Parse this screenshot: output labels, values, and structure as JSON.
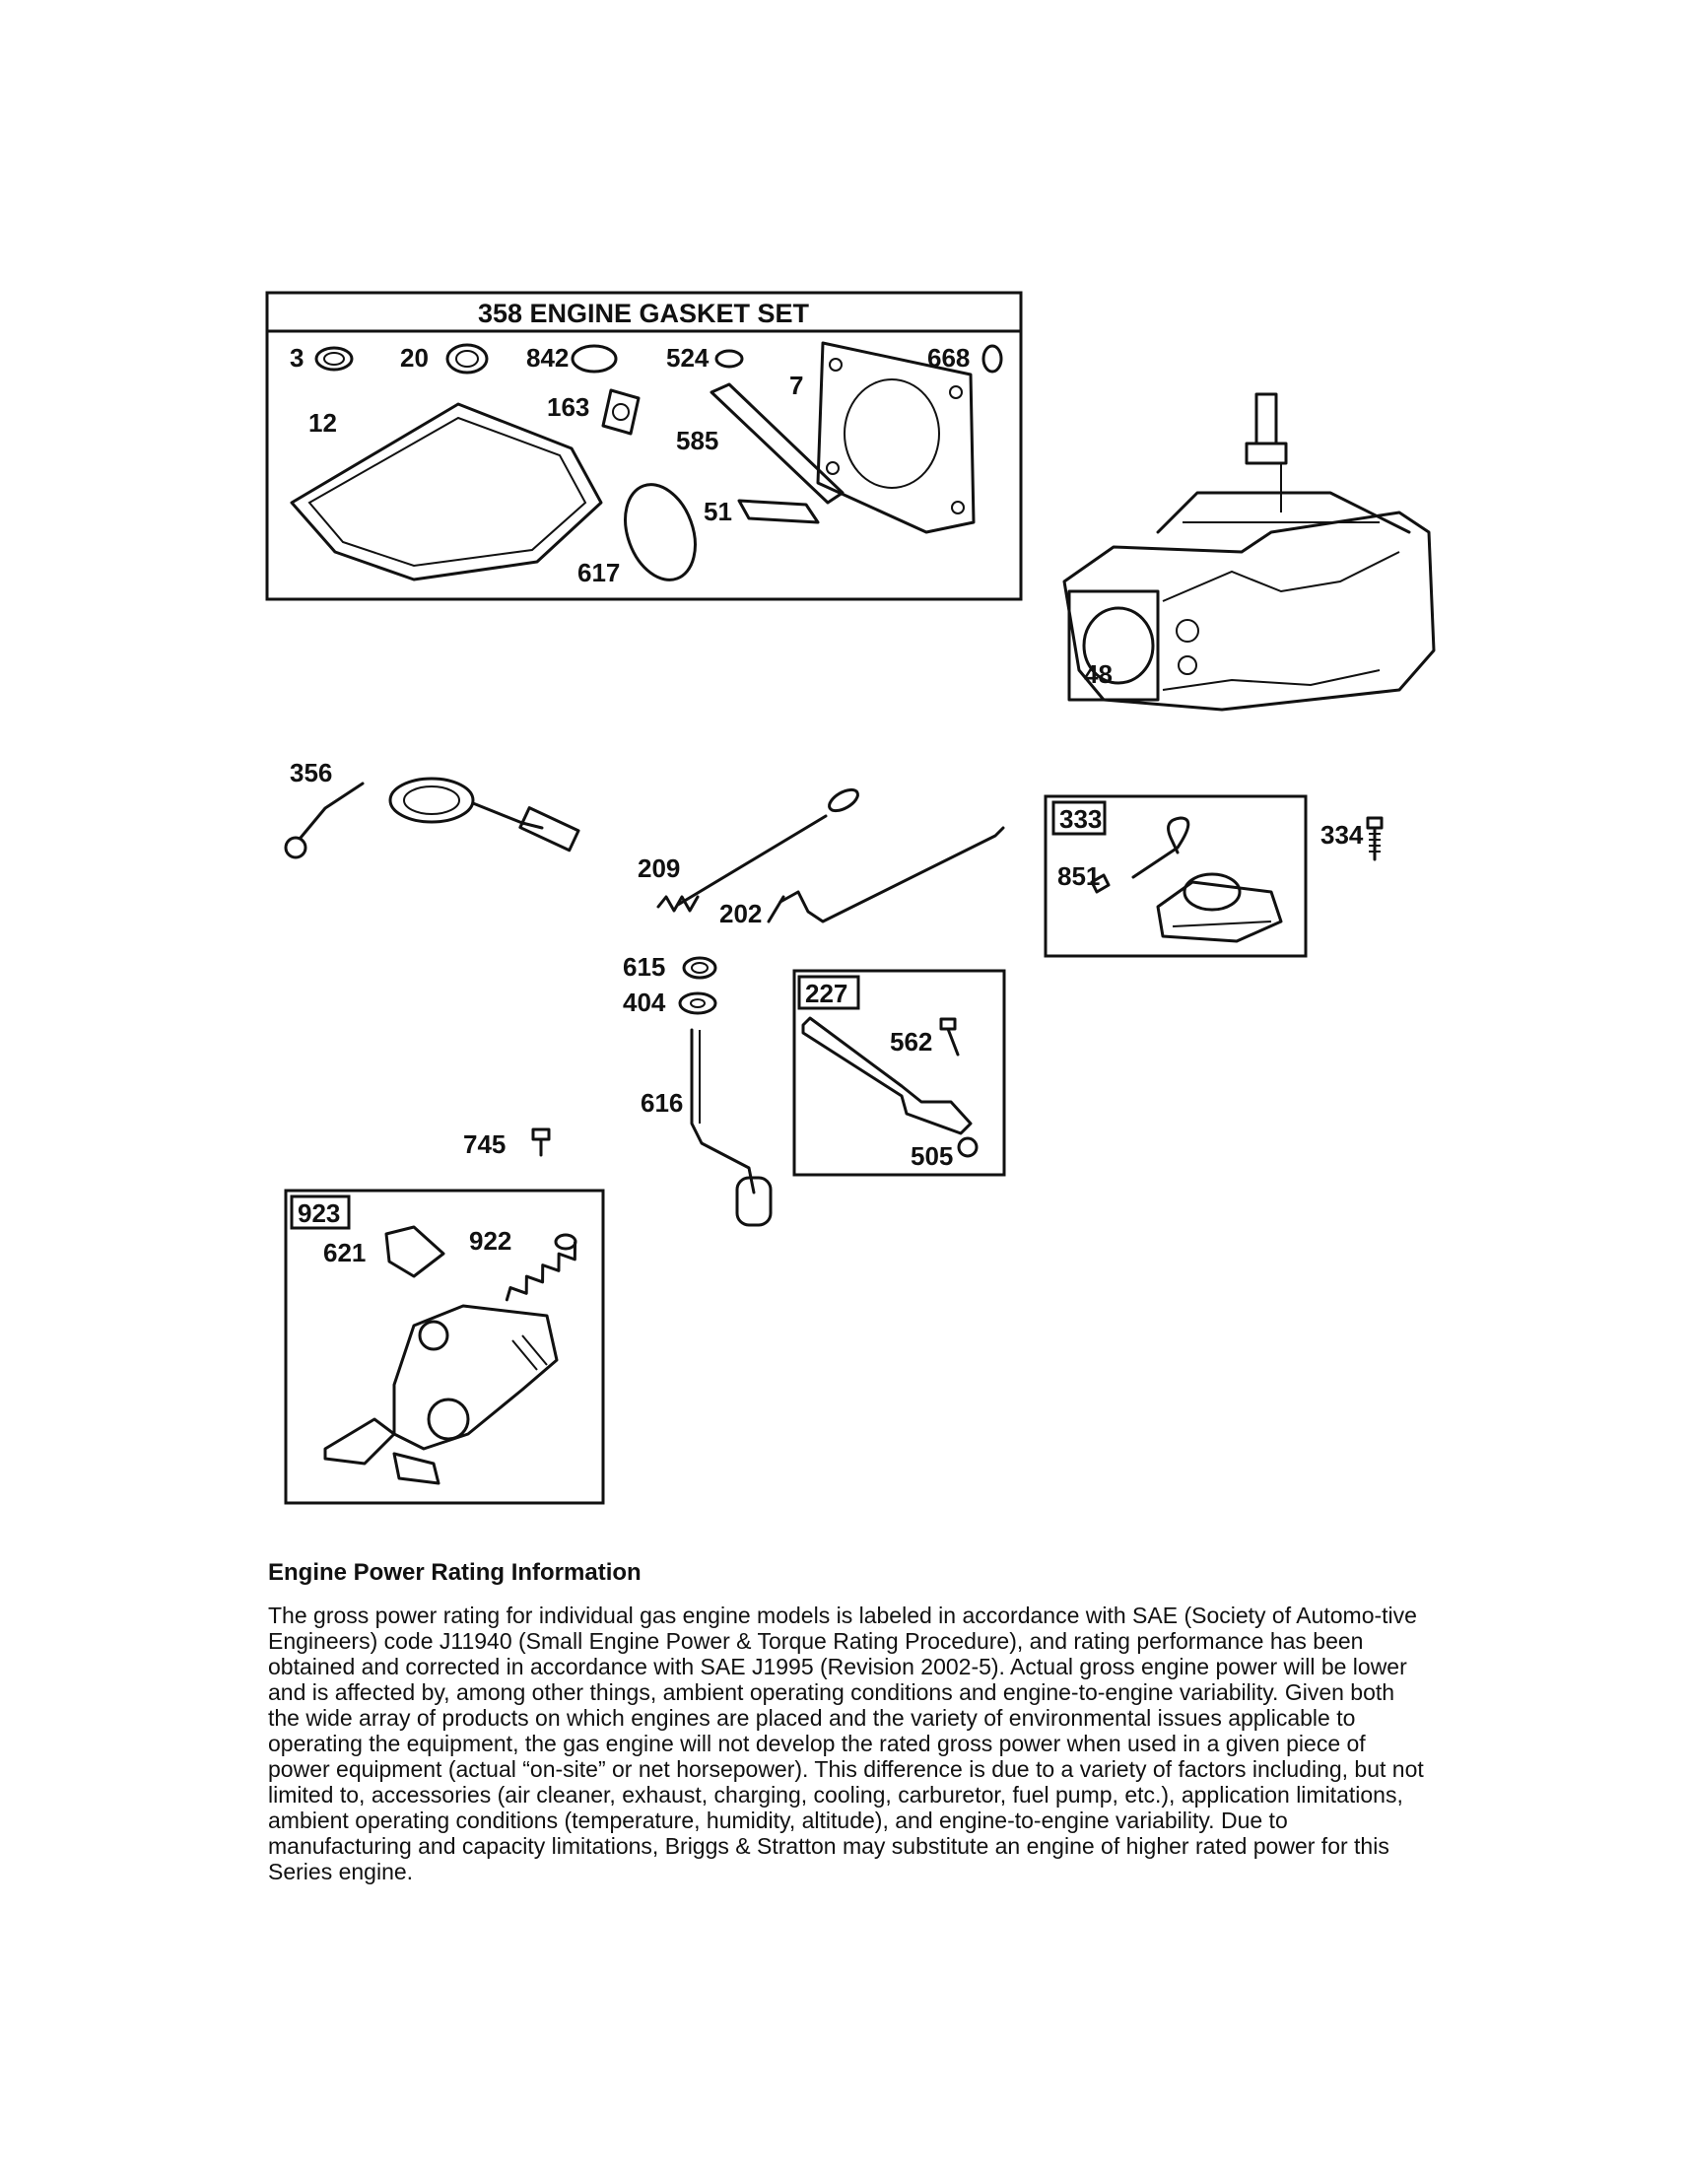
{
  "gasket_set": {
    "title": "358 ENGINE GASKET SET",
    "parts": [
      "3",
      "20",
      "842",
      "524",
      "668",
      "7",
      "12",
      "163",
      "585",
      "51",
      "617"
    ]
  },
  "parts": {
    "p48": "48",
    "p356": "356",
    "p209": "209",
    "p202": "202",
    "p615": "615",
    "p404": "404",
    "p616": "616",
    "p745": "745",
    "p333": "333",
    "p334": "334",
    "p851": "851",
    "p227": "227",
    "p562": "562",
    "p505": "505",
    "p923": "923",
    "p621": "621",
    "p922": "922"
  },
  "info": {
    "title": "Engine Power Rating Information",
    "body": "The gross power rating for individual gas engine models is labeled in accordance with SAE (Society of Automo-tive Engineers) code J11940 (Small Engine Power & Torque Rating Procedure), and rating performance has been obtained and corrected in accordance with SAE J1995 (Revision 2002-5). Actual gross engine power will be lower and is affected by, among other things, ambient operating conditions and engine-to-engine variability. Given both the wide array of products on which engines are placed and the variety of environmental issues applicable to operating the equipment, the gas engine will not develop the rated gross power when used in a given piece of power equipment (actual “on-site” or net horsepower). This difference is due to a variety of factors including, but not limited to, accessories (air cleaner, exhaust, charging, cooling, carburetor, fuel pump, etc.), application limitations, ambient operating conditions (temperature, humidity, altitude), and engine-to-engine variability. Due to manufacturing and capacity limitations, Briggs & Stratton may substitute an engine of higher rated power for this Series engine."
  }
}
